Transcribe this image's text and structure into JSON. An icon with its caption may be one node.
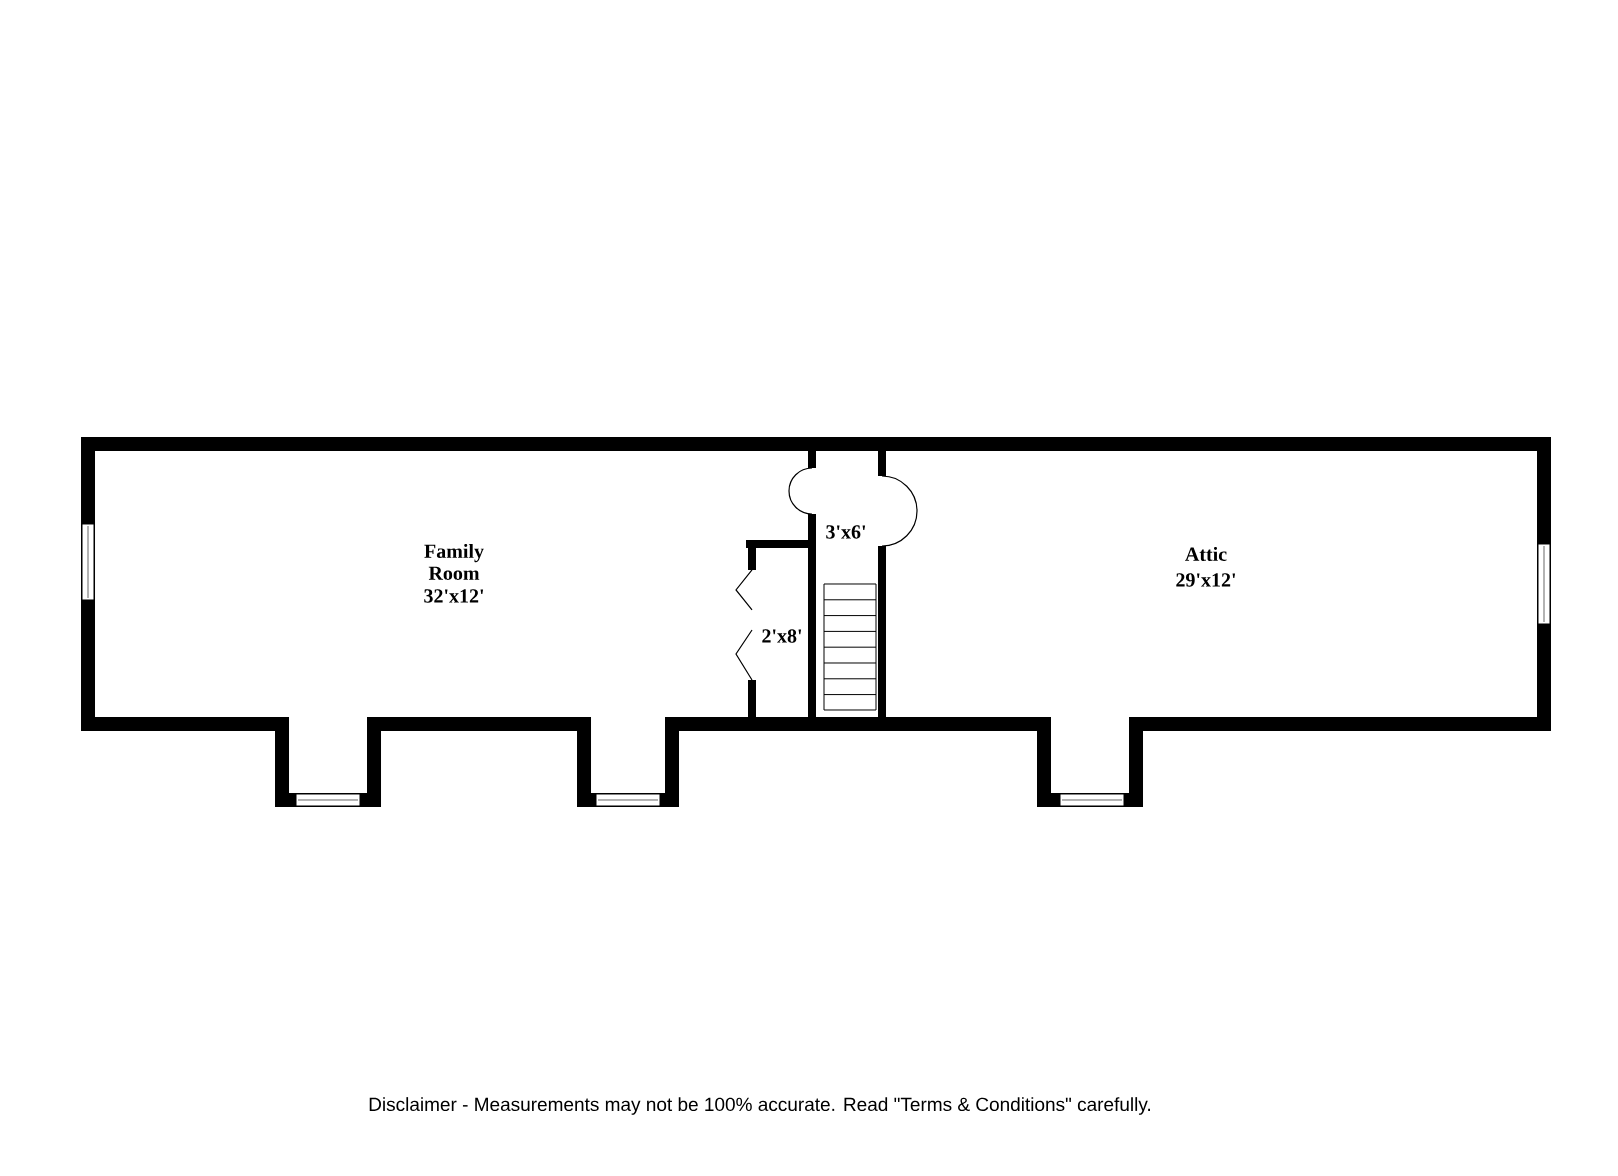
{
  "diagram": {
    "labels": [
      "Family Room",
      "32'x12'",
      "3'x6'",
      "Attic",
      "29'x12'",
      "2'x8'"
    ],
    "caption": "Disclaimer - Measurements may not be 100% accurate. Read \"Terms & Conditions\" carefully."
  }
}
